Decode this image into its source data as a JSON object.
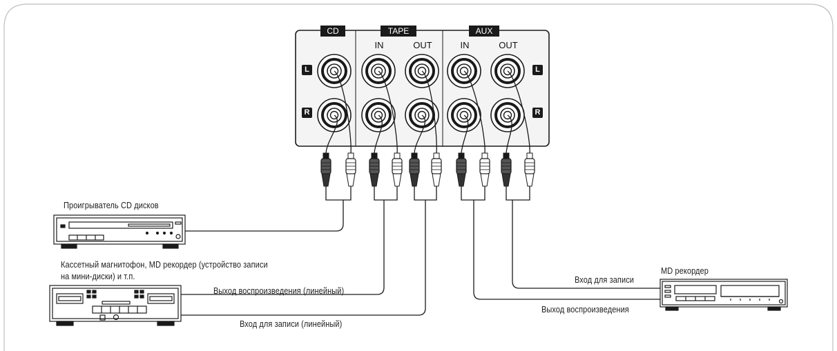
{
  "panel": {
    "groups": {
      "cd": "CD",
      "tape": "TAPE",
      "aux": "AUX"
    },
    "tape_in": "IN",
    "tape_out": "OUT",
    "aux_in": "IN",
    "aux_out": "OUT",
    "channel_l": "L",
    "channel_r": "R"
  },
  "devices": {
    "cd_player": {
      "label": "Проигрыватель CD дисков"
    },
    "cassette": {
      "label_line1": "Кассетный магнитофон, MD рекордер (устройство записи",
      "label_line2": "на мини-диски) и т.п."
    },
    "md_recorder": {
      "label": "MD рекордер"
    }
  },
  "connections": {
    "tape_out_label": "Выход воспроизведения (линейный)",
    "tape_in_label": "Вход для записи (линейный)",
    "md_in_label": "Вход для записи",
    "md_out_label": "Выход воспроизведения"
  },
  "colors": {
    "ink": "#1a1a1a",
    "panel": "#f4f4f4",
    "frame": "#bdbdbd"
  }
}
